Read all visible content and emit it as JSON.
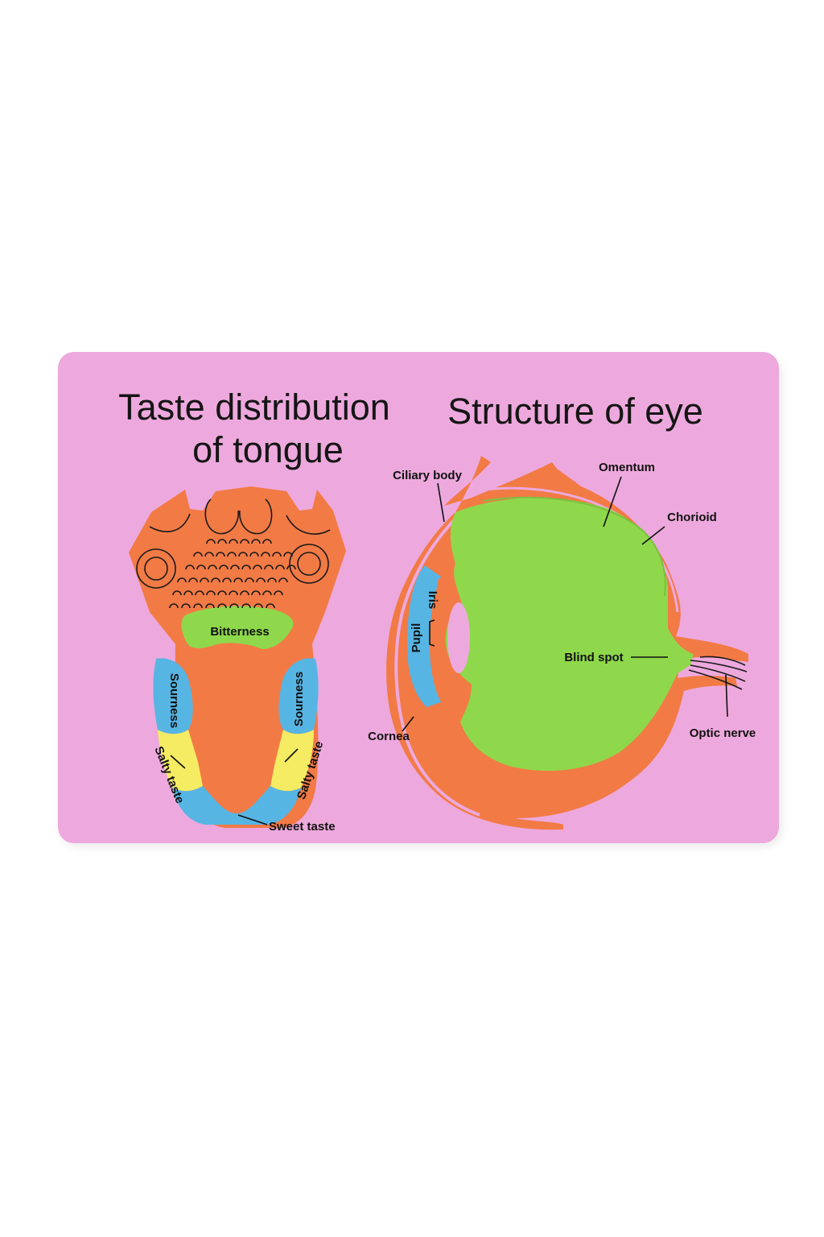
{
  "tongue": {
    "title_line1": "Taste distribution",
    "title_line2": "of tongue",
    "labels": {
      "bitterness": "Bitterness",
      "sourness_left": "Sourness",
      "sourness_right": "Sourness",
      "salty_left": "Salty taste",
      "salty_right": "Salty taste",
      "sweet": "Sweet taste"
    }
  },
  "eye": {
    "title": "Structure of eye",
    "labels": {
      "ciliary_body": "Ciliary body",
      "omentum": "Omentum",
      "chorioid": "Chorioid",
      "iris": "Iris",
      "pupil": "Pupil",
      "blind_spot": "Blind spot",
      "cornea": "Cornea",
      "optic_nerve": "Optic nerve"
    }
  },
  "colors": {
    "board": "#EDA9DD",
    "orange": "#F27A45",
    "green": "#8FD84B",
    "blue": "#57B5E4",
    "yellow": "#F5EC63"
  }
}
